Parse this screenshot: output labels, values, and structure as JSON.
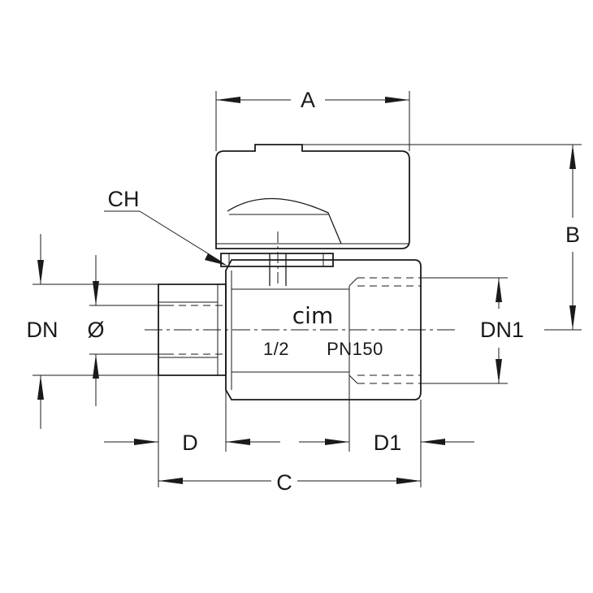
{
  "labels": {
    "A": "A",
    "B": "B",
    "C": "C",
    "D": "D",
    "D1": "D1",
    "DN": "DN",
    "DN1": "DN1",
    "diameter": "Ø",
    "CH": "CH"
  },
  "body_marking": {
    "brand": "cim",
    "size": "1/2",
    "pressure": "PN150"
  },
  "colors": {
    "line": "#1a1a1a",
    "background": "#ffffff"
  }
}
